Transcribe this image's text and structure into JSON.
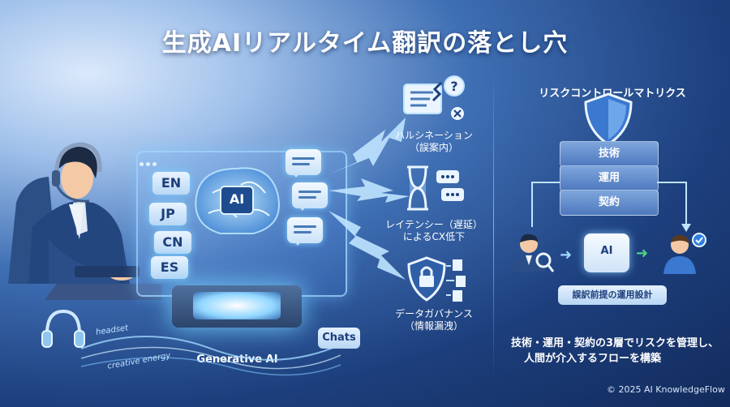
{
  "title": "生成AIリアルタイム翻訳の落とし穴",
  "languages": [
    "EN",
    "JP",
    "CN",
    "ES"
  ],
  "center": {
    "ai_label": "AI",
    "chip_caption": "Generative AI",
    "headset_text": "headset",
    "energy_text": "creative energy",
    "chats_label": "Chats"
  },
  "pitfalls": [
    {
      "line1": "ハルシネーション",
      "line2": "（誤案内）",
      "icon": "document-question-icon"
    },
    {
      "line1": "レイテンシー（遅延）",
      "line2": "によるCX低下",
      "icon": "hourglass-icon"
    },
    {
      "line1": "データガバナンス",
      "line2": "（情報漏洩）",
      "icon": "shield-lock-icon"
    }
  ],
  "risk_matrix": {
    "title": "リスクコントロールマトリクス",
    "layers": [
      "技術",
      "運用",
      "契約"
    ],
    "flow_ai_label": "AI",
    "flow_caption": "誤訳前提の運用設計",
    "summary_line1": "技術・運用・契約の3層でリスクを管理し、",
    "summary_line2": "人間が介入するフローを構築"
  },
  "copyright": "© 2025 AI KnowledgeFlow",
  "colors": {
    "accent": "#7fd0ff",
    "background": "#1d3f7d",
    "success": "#4fd38a"
  }
}
